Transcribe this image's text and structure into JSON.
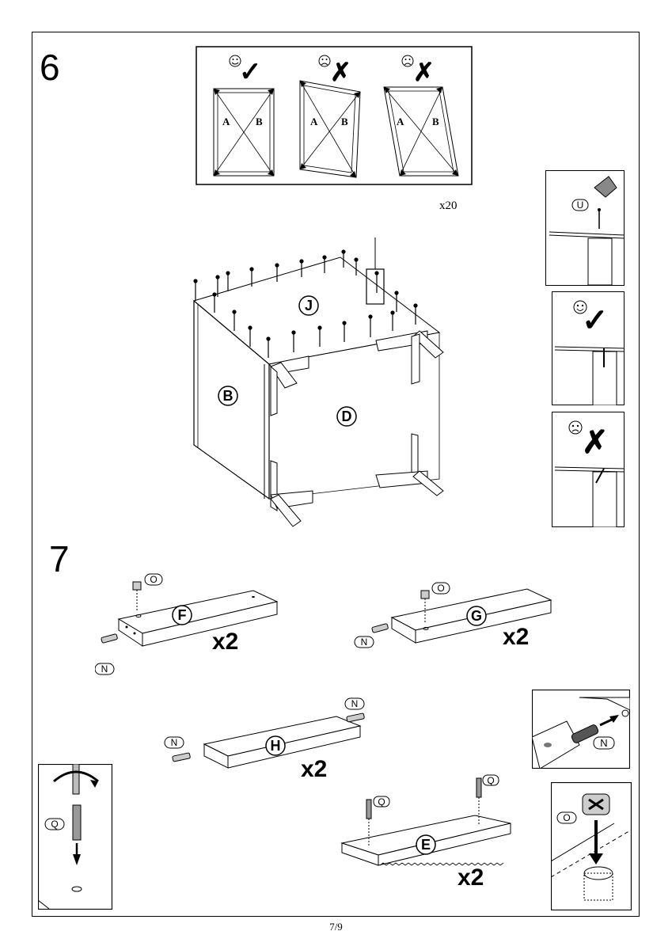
{
  "steps": {
    "step6": "6",
    "step7": "7"
  },
  "diagonal_check": {
    "labels": {
      "a": "A",
      "b": "B"
    },
    "correct_symbol": "✓",
    "wrong_symbol": "✗"
  },
  "callout": {
    "nail_count": "x20"
  },
  "parts": {
    "J": "J",
    "B": "B",
    "D": "D",
    "F": "F",
    "G": "G",
    "H": "H",
    "E": "E",
    "U": "U",
    "O": "O",
    "N": "N",
    "Q": "Q"
  },
  "quantities": {
    "F": "x2",
    "G": "x2",
    "H": "x2",
    "E": "x2"
  },
  "page": "7/9"
}
